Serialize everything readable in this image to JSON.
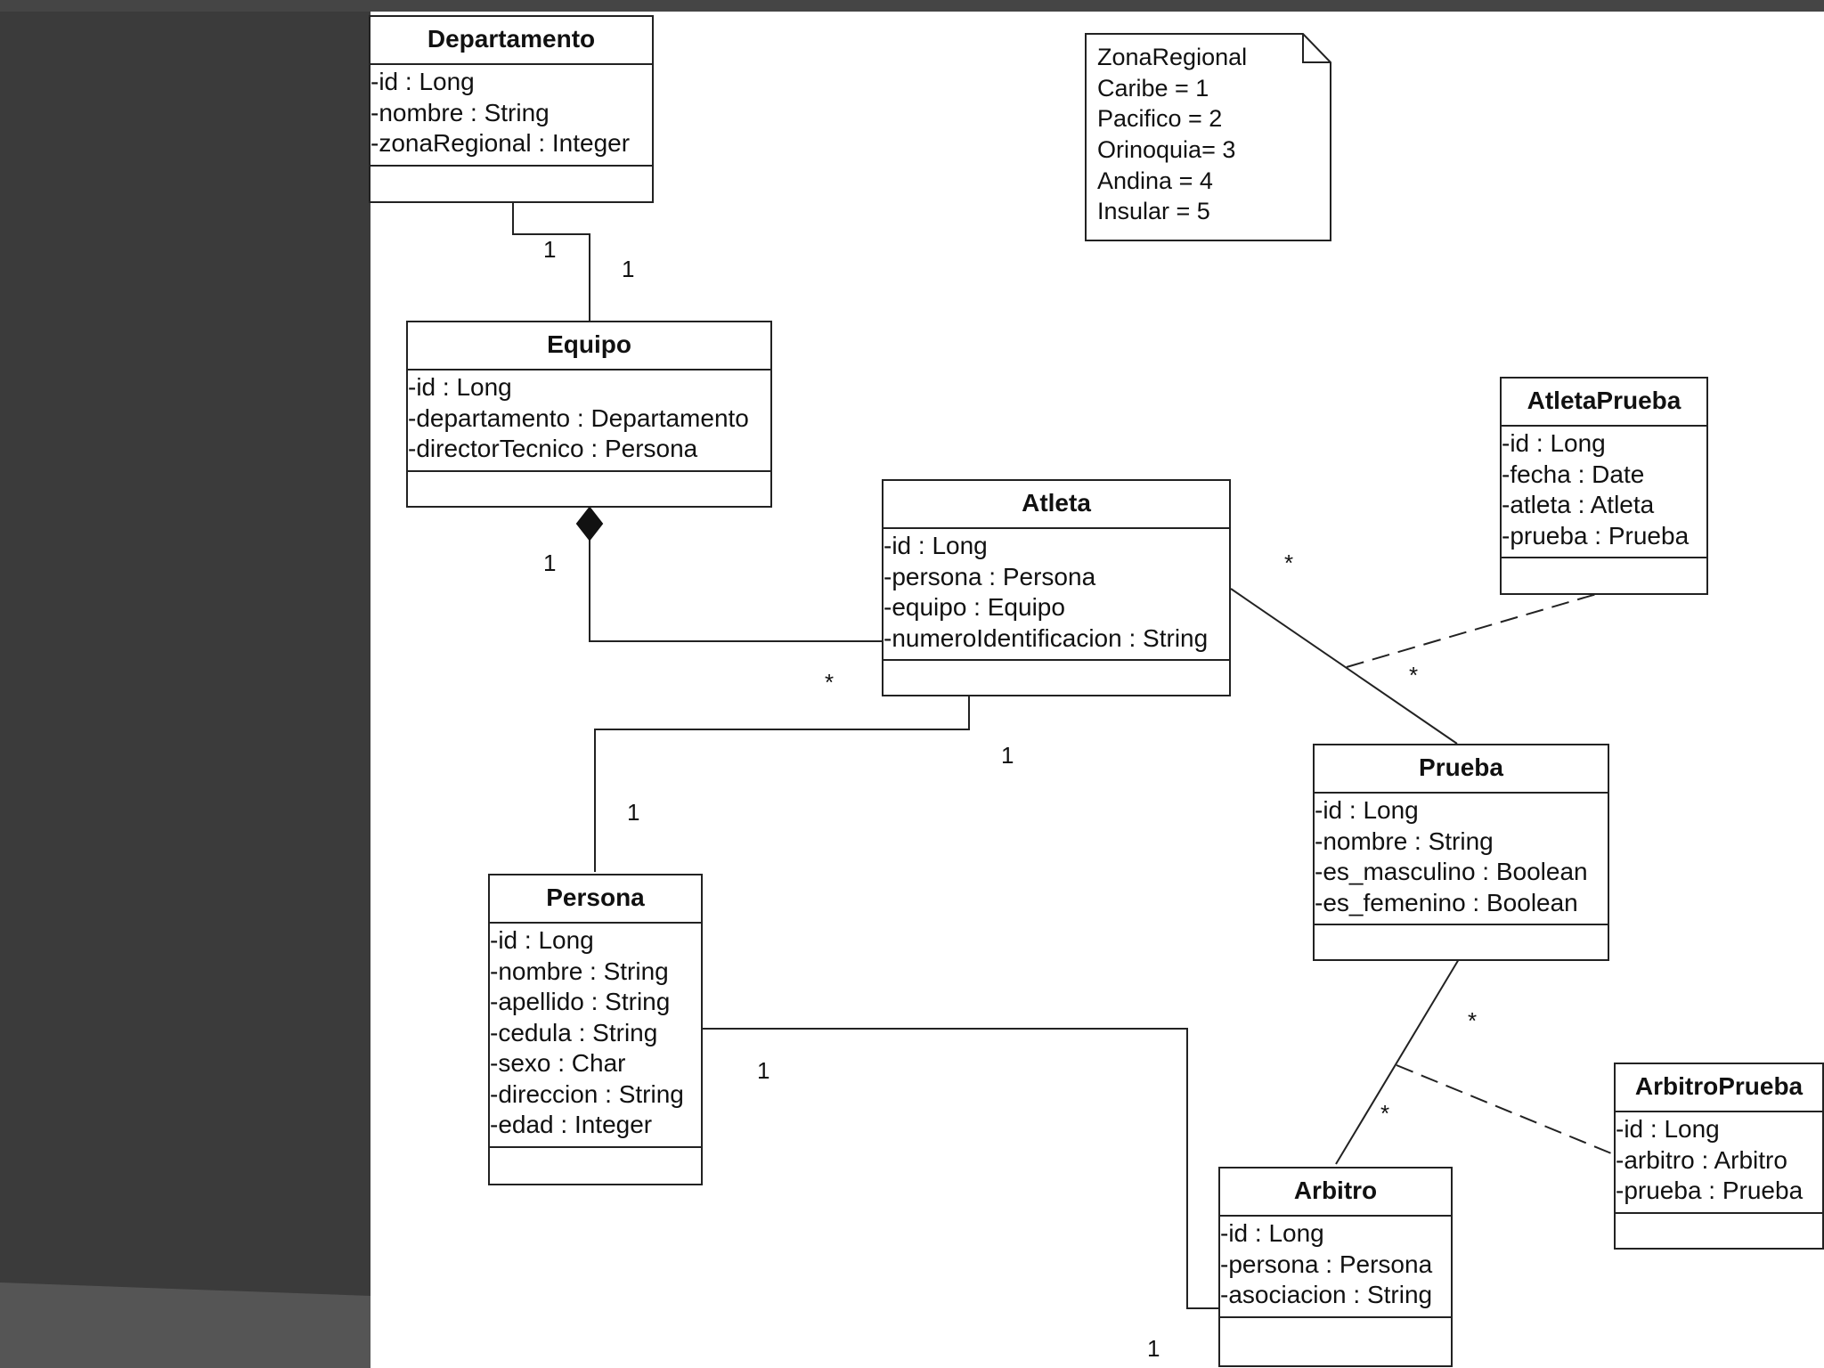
{
  "classes": {
    "departamento": {
      "name": "Departamento",
      "attrs": [
        "-id : Long",
        "-nombre : String",
        "-zonaRegional : Integer"
      ]
    },
    "equipo": {
      "name": "Equipo",
      "attrs": [
        "-id : Long",
        "-departamento : Departamento",
        "-directorTecnico : Persona"
      ]
    },
    "atleta": {
      "name": "Atleta",
      "attrs": [
        "-id : Long",
        "-persona : Persona",
        "-equipo : Equipo",
        "-numeroIdentificacion : String"
      ]
    },
    "atletaPrueba": {
      "name": "AtletaPrueba",
      "attrs": [
        "-id : Long",
        "-fecha : Date",
        "-atleta : Atleta",
        "-prueba : Prueba"
      ]
    },
    "prueba": {
      "name": "Prueba",
      "attrs": [
        "-id : Long",
        "-nombre : String",
        "-es_masculino : Boolean",
        "-es_femenino : Boolean"
      ]
    },
    "persona": {
      "name": "Persona",
      "attrs": [
        "-id : Long",
        "-nombre : String",
        "-apellido : String",
        "-cedula : String",
        "-sexo : Char",
        "-direccion : String",
        "-edad : Integer"
      ]
    },
    "arbitro": {
      "name": "Arbitro",
      "attrs": [
        "-id : Long",
        "-persona : Persona",
        "-asociacion : String"
      ]
    },
    "arbitroPrueba": {
      "name": "ArbitroPrueba",
      "attrs": [
        "-id : Long",
        "-arbitro : Arbitro",
        "-prueba : Prueba"
      ]
    }
  },
  "note": {
    "lines": [
      "ZonaRegional",
      "Caribe = 1",
      "Pacifico = 2",
      "Orinoquia= 3",
      "Andina = 4",
      "Insular = 5"
    ]
  },
  "multiplicities": {
    "dep_equipo_a": "1",
    "dep_equipo_b": "1",
    "equipo_atleta_a": "1",
    "equipo_atleta_b": "*",
    "atleta_persona_a": "1",
    "atleta_persona_b": "1",
    "atleta_prueba_a": "*",
    "atleta_prueba_b": "*",
    "persona_arbitro_a": "1",
    "persona_arbitro_b": "1",
    "prueba_arbitro_a": "*",
    "prueba_arbitro_b": "*"
  },
  "colors": {
    "background": "#3a3a3a",
    "canvas": "#ffffff",
    "line": "#222222"
  }
}
